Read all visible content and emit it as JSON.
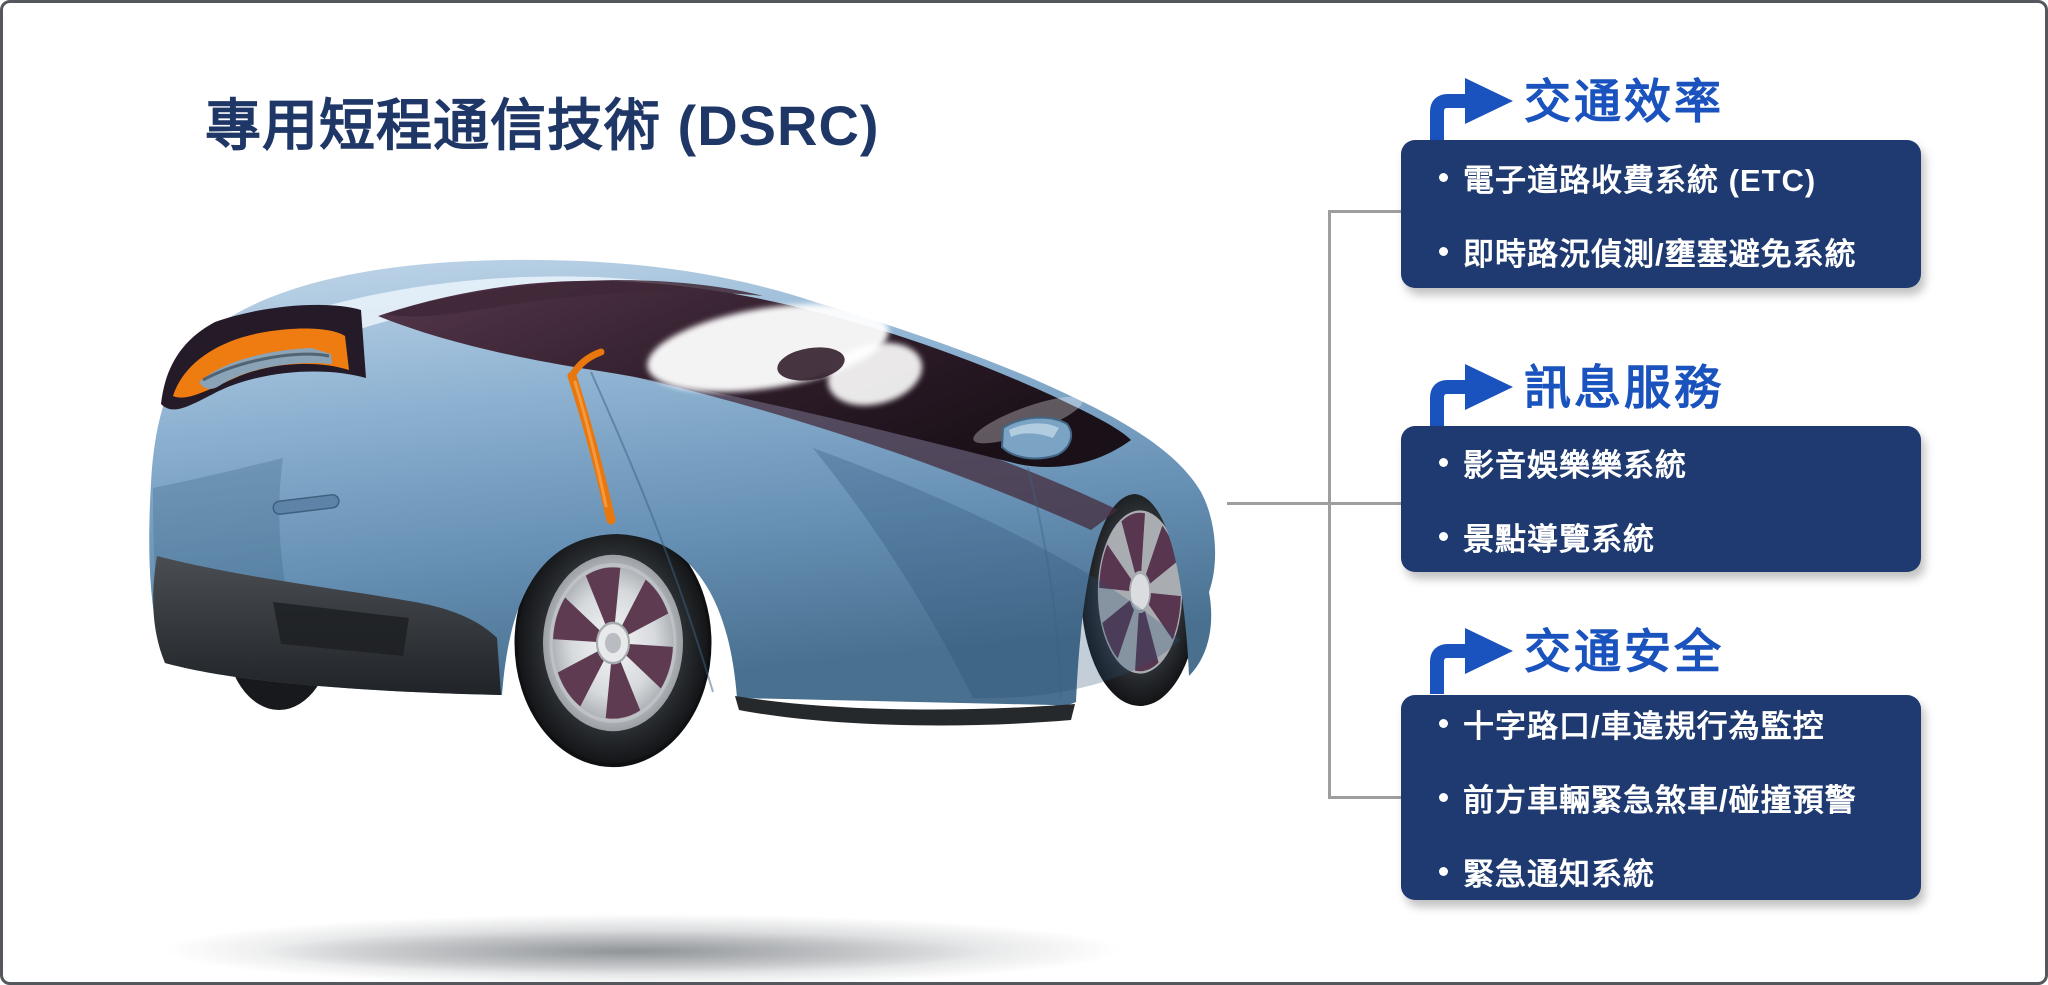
{
  "slide": {
    "title": "專用短程通信技術 (DSRC)",
    "car_alt": "藍色概念車 3D 圖(車尾側視角)"
  },
  "colors": {
    "accent_blue": "#1a52be",
    "panel_navy": "#1e3a70",
    "title_navy": "#1f3767",
    "connector_gray": "#9e9e9e",
    "bullet_text": "#ffffff",
    "frame_border": "#54575c",
    "car_orange": "#ee7c10",
    "car_body_blue": "#7ba3c4"
  },
  "groups": [
    {
      "title": "交通效率",
      "items": [
        "電子道路收費系統 (ETC)",
        "即時路況偵測/壅塞避免系統"
      ]
    },
    {
      "title": "訊息服務",
      "items": [
        "影音娛樂樂系統",
        "景點導覽系統"
      ]
    },
    {
      "title": "交通安全",
      "items": [
        "十字路口/車違規行為監控",
        "前方車輛緊急煞車/碰撞預警",
        "緊急通知系統"
      ]
    }
  ]
}
